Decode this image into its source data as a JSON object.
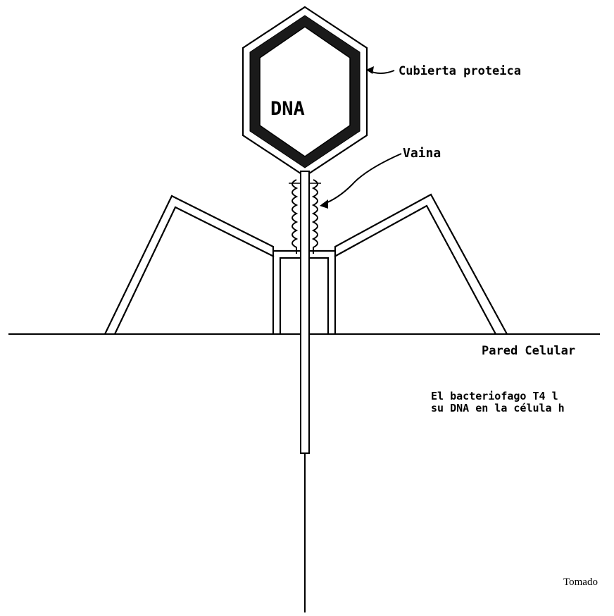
{
  "diagram": {
    "labels": {
      "dna": "DNA",
      "protein_coat": "Cubierta proteica",
      "sheath": "Vaina",
      "cell_wall": "Pared Celular"
    },
    "caption": {
      "line1": "El bacteriofago  T4 l",
      "line2": "su DNA en la  célula h"
    },
    "credit": "Tomado"
  }
}
